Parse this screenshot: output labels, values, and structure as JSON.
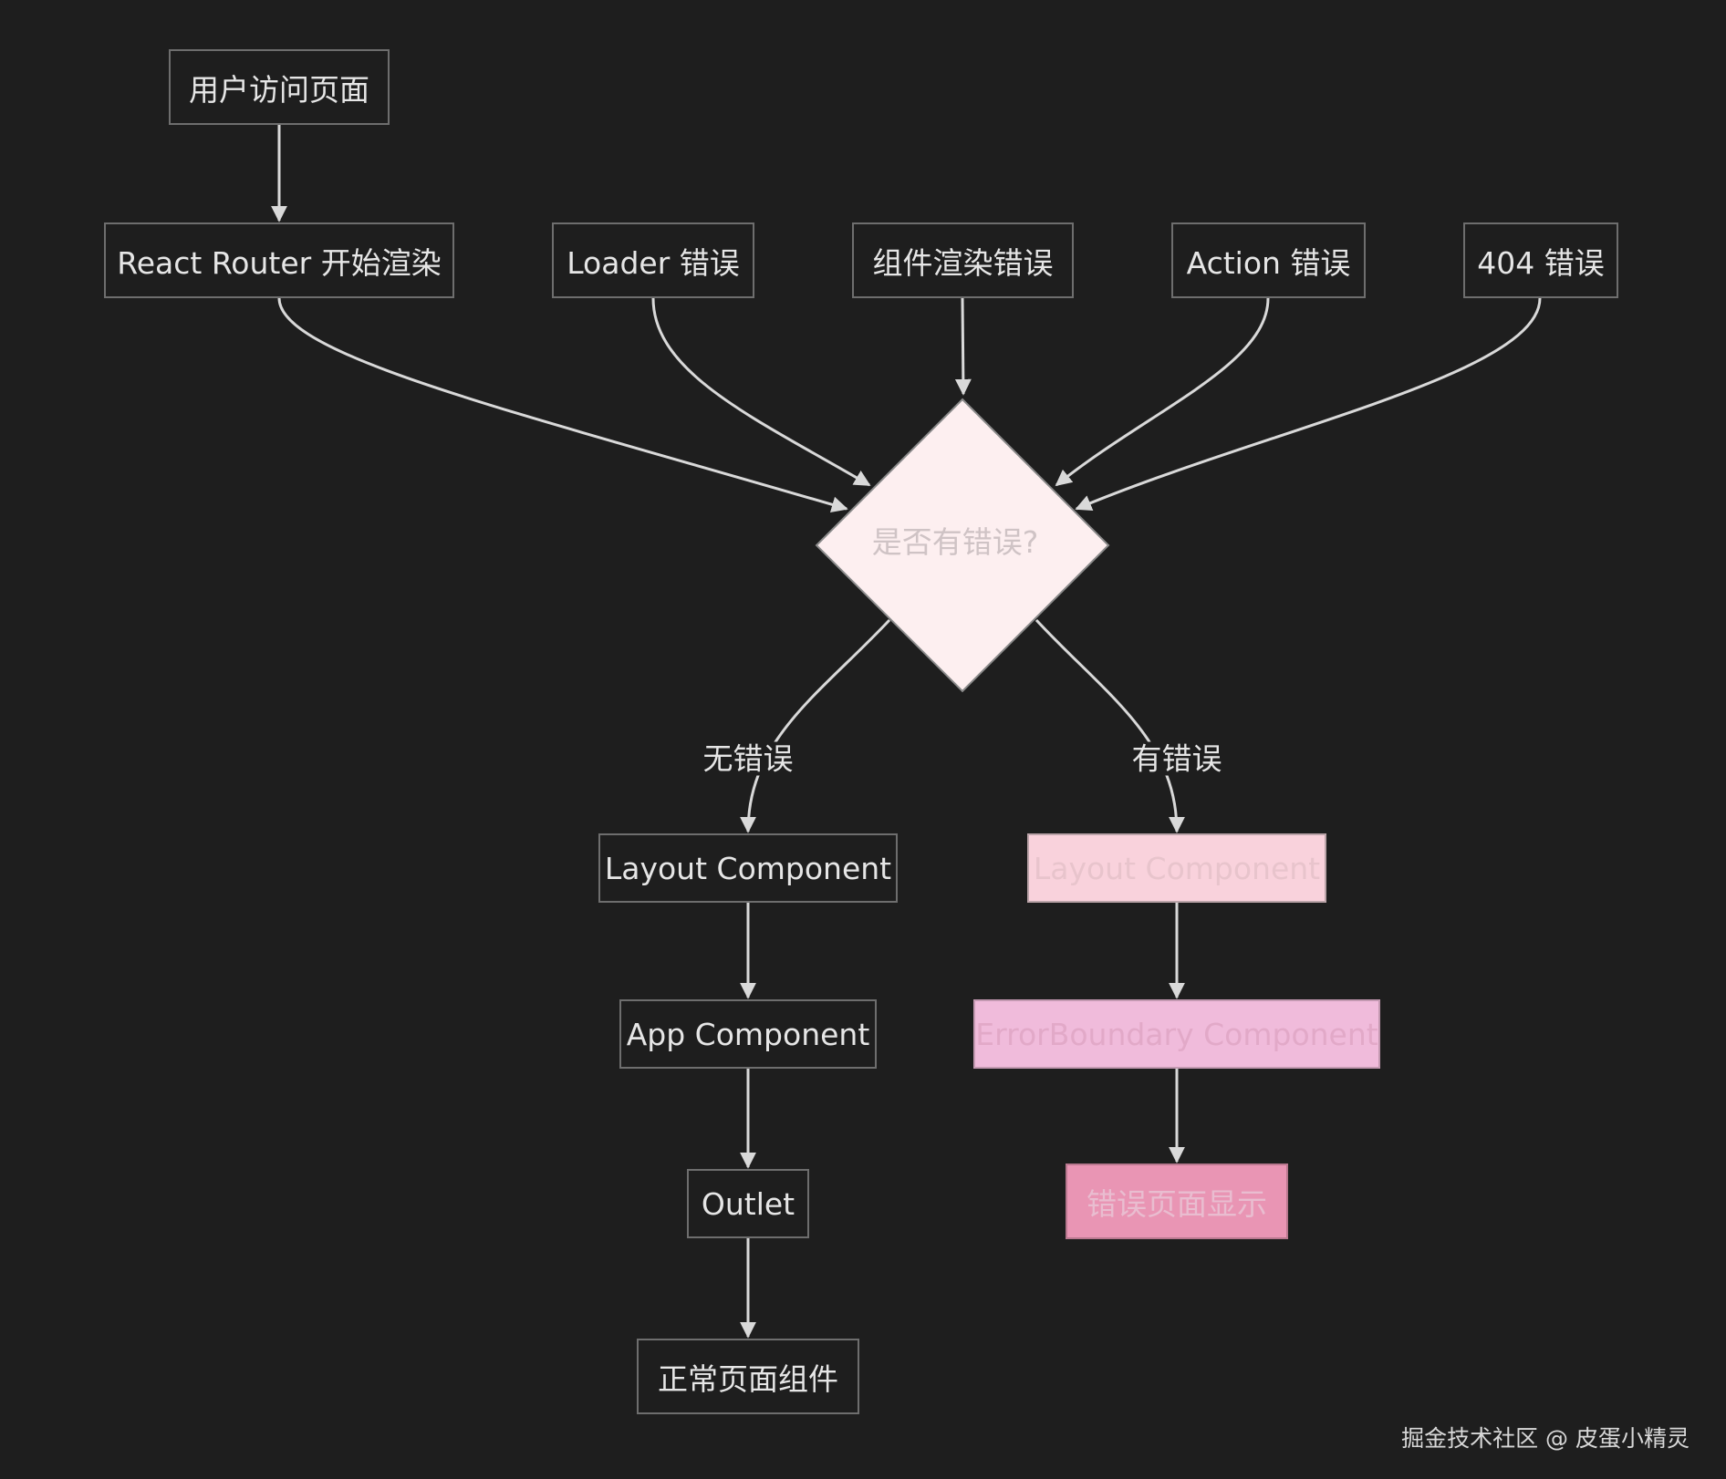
{
  "nodes": {
    "user_visit": "用户访问页面",
    "router_render": "React Router 开始渲染",
    "loader_error": "Loader 错误",
    "component_render_error": "组件渲染错误",
    "action_error": "Action 错误",
    "not_found_error": "404 错误",
    "decision": "是否有错误?",
    "layout_ok": "Layout Component",
    "app_component": "App Component",
    "outlet": "Outlet",
    "normal_page": "正常页面组件",
    "layout_err": "Layout Component",
    "error_boundary": "ErrorBoundary Component",
    "error_page": "错误页面显示"
  },
  "edge_labels": {
    "no_error": "无错误",
    "has_error": "有错误"
  },
  "colors": {
    "background": "#1e1e1e",
    "edge": "#d9d9d9",
    "decision_fill": "#fdeff0",
    "pink_light": "#f9d2dc",
    "pink_mid": "#f0bbdb",
    "pink_dark": "#e995b4"
  },
  "watermark": "掘金技术社区 @ 皮蛋小精灵"
}
